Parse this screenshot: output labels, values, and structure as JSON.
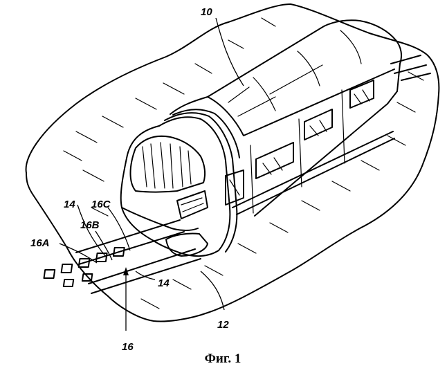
{
  "labels": {
    "vehicle": "10",
    "ground": "12",
    "rail_top": "14",
    "rail_bottom": "14",
    "assembly": "16",
    "module_a": "16A",
    "module_b": "16B",
    "module_c": "16C"
  },
  "caption": "Фиг. 1"
}
